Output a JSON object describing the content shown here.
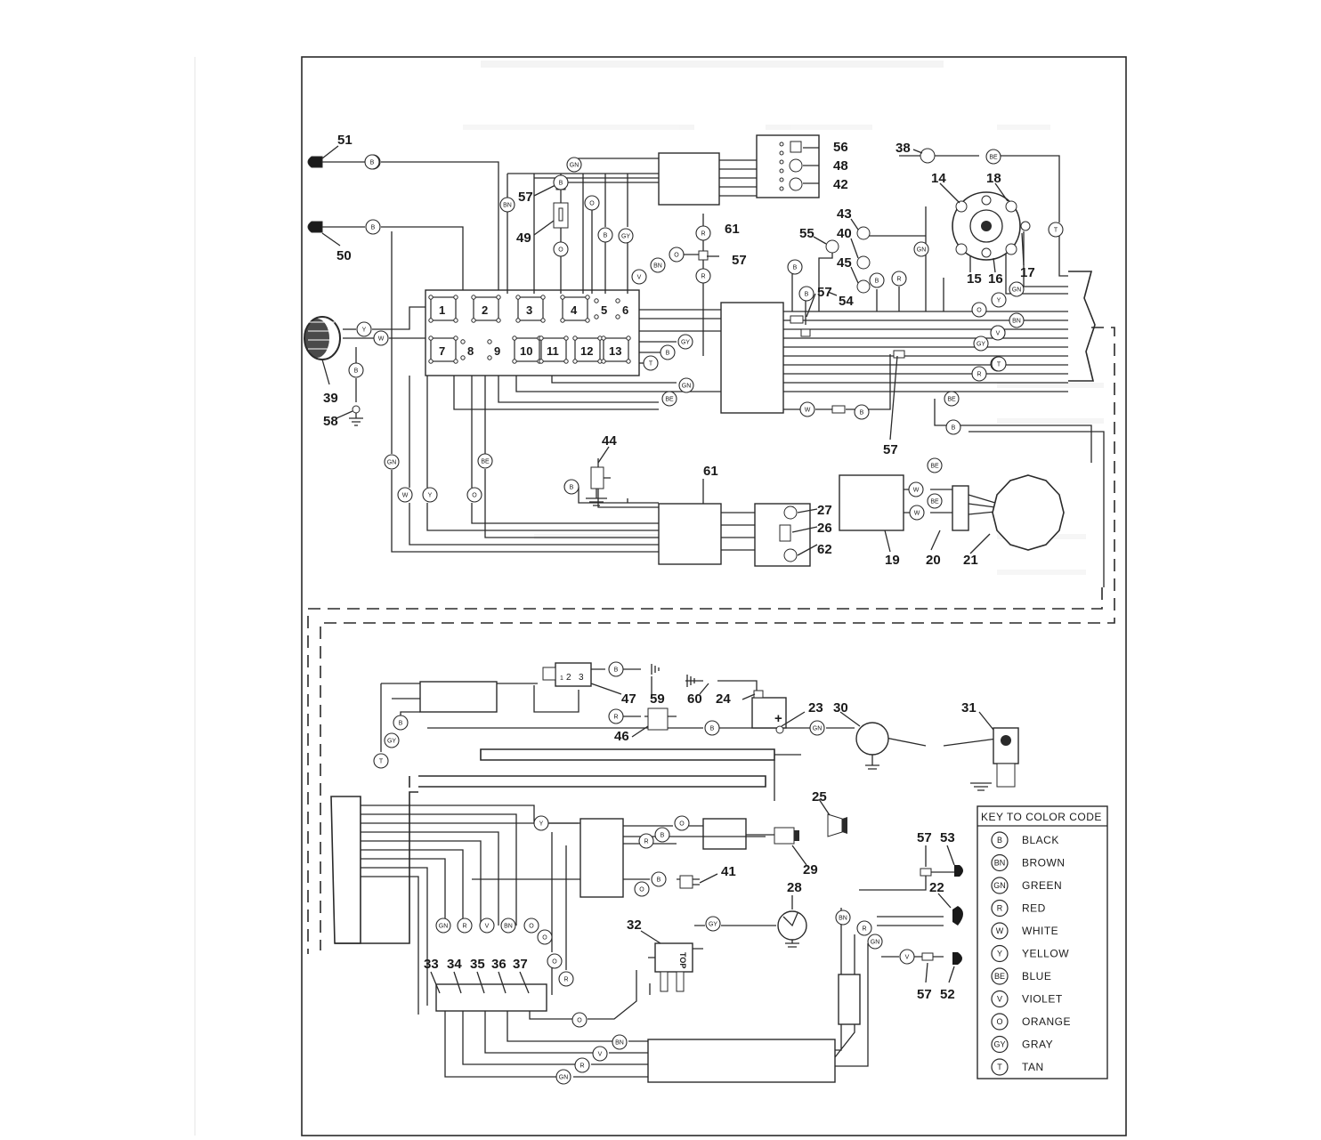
{
  "diagram": {
    "component_numbers": [
      {
        "id": "c51",
        "label": "51"
      },
      {
        "id": "c50",
        "label": "50"
      },
      {
        "id": "c39",
        "label": "39"
      },
      {
        "id": "c58",
        "label": "58"
      },
      {
        "id": "c57a",
        "label": "57"
      },
      {
        "id": "c49",
        "label": "49"
      },
      {
        "id": "c61a",
        "label": "61"
      },
      {
        "id": "c57b",
        "label": "57"
      },
      {
        "id": "c56",
        "label": "56"
      },
      {
        "id": "c48",
        "label": "48"
      },
      {
        "id": "c42",
        "label": "42"
      },
      {
        "id": "c38",
        "label": "38"
      },
      {
        "id": "c14",
        "label": "14"
      },
      {
        "id": "c18",
        "label": "18"
      },
      {
        "id": "c43",
        "label": "43"
      },
      {
        "id": "c40",
        "label": "40"
      },
      {
        "id": "c55",
        "label": "55"
      },
      {
        "id": "c45",
        "label": "45"
      },
      {
        "id": "c57c",
        "label": "57"
      },
      {
        "id": "c54",
        "label": "54"
      },
      {
        "id": "c15",
        "label": "15"
      },
      {
        "id": "c16",
        "label": "16"
      },
      {
        "id": "c17",
        "label": "17"
      },
      {
        "id": "c57d",
        "label": "57"
      },
      {
        "id": "c44",
        "label": "44"
      },
      {
        "id": "c61b",
        "label": "61"
      },
      {
        "id": "c27",
        "label": "27"
      },
      {
        "id": "c26",
        "label": "26"
      },
      {
        "id": "c62",
        "label": "62"
      },
      {
        "id": "c19",
        "label": "19"
      },
      {
        "id": "c20",
        "label": "20"
      },
      {
        "id": "c21",
        "label": "21"
      },
      {
        "id": "c47",
        "label": "47"
      },
      {
        "id": "c59",
        "label": "59"
      },
      {
        "id": "c60",
        "label": "60"
      },
      {
        "id": "c24",
        "label": "24"
      },
      {
        "id": "c23",
        "label": "23"
      },
      {
        "id": "c30",
        "label": "30"
      },
      {
        "id": "c31",
        "label": "31"
      },
      {
        "id": "c46",
        "label": "46"
      },
      {
        "id": "c25",
        "label": "25"
      },
      {
        "id": "c29",
        "label": "29"
      },
      {
        "id": "c41",
        "label": "41"
      },
      {
        "id": "c28",
        "label": "28"
      },
      {
        "id": "c32",
        "label": "32"
      },
      {
        "id": "c57e",
        "label": "57"
      },
      {
        "id": "c53",
        "label": "53"
      },
      {
        "id": "c22",
        "label": "22"
      },
      {
        "id": "c57f",
        "label": "57"
      },
      {
        "id": "c52",
        "label": "52"
      },
      {
        "id": "c33",
        "label": "33"
      },
      {
        "id": "c34",
        "label": "34"
      },
      {
        "id": "c35",
        "label": "35"
      },
      {
        "id": "c36",
        "label": "36"
      },
      {
        "id": "c37",
        "label": "37"
      }
    ],
    "fuse_numbers": [
      "1",
      "2",
      "3",
      "4",
      "5",
      "6",
      "7",
      "8",
      "9",
      "10",
      "11",
      "12",
      "13"
    ],
    "relay_pin_labels": [
      "1",
      "2",
      "3"
    ],
    "battery_sign": "+",
    "switch_label": "TOP",
    "wire_tags": [
      "B",
      "B",
      "Y",
      "W",
      "B",
      "GN",
      "BN",
      "O",
      "B",
      "GY",
      "R",
      "R",
      "O",
      "BN",
      "V",
      "GY",
      "B",
      "T",
      "GN",
      "BE",
      "BE",
      "O",
      "B",
      "B",
      "B",
      "B",
      "B",
      "R",
      "T",
      "W",
      "B",
      "BE",
      "B",
      "GN",
      "BE",
      "V",
      "W",
      "Y",
      "O",
      "B",
      "W",
      "BE",
      "W",
      "BE",
      "T",
      "GN",
      "Y",
      "BN",
      "V",
      "GY",
      "T",
      "R",
      "O",
      "GN",
      "R",
      "B",
      "B",
      "GN",
      "B",
      "GY",
      "T",
      "Y",
      "O",
      "R",
      "B",
      "O",
      "B",
      "GN",
      "R",
      "V",
      "BN",
      "O",
      "O",
      "O",
      "R",
      "O",
      "GY",
      "BN",
      "R",
      "GN",
      "V",
      "BN",
      "V",
      "R",
      "GN"
    ],
    "color_key": {
      "title": "KEY TO COLOR CODE",
      "entries": [
        {
          "code": "B",
          "name": "BLACK"
        },
        {
          "code": "BN",
          "name": "BROWN"
        },
        {
          "code": "GN",
          "name": "GREEN"
        },
        {
          "code": "R",
          "name": "RED"
        },
        {
          "code": "W",
          "name": "WHITE"
        },
        {
          "code": "Y",
          "name": "YELLOW"
        },
        {
          "code": "BE",
          "name": "BLUE"
        },
        {
          "code": "V",
          "name": "VIOLET"
        },
        {
          "code": "O",
          "name": "ORANGE"
        },
        {
          "code": "GY",
          "name": "GRAY"
        },
        {
          "code": "T",
          "name": "TAN"
        }
      ]
    },
    "colors": {
      "ink": "#2a2a2a",
      "paper": "#ffffff",
      "ghost": "#d9d9d9"
    }
  }
}
